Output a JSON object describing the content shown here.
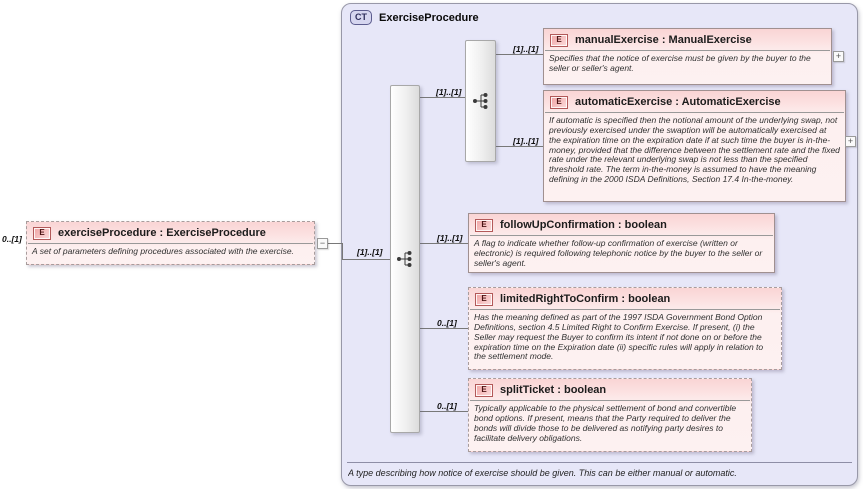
{
  "colors": {
    "panel_bg": "#e7e7f8",
    "box_pink_header": "#fad4d4",
    "box_pink_body": "#fdf1f1",
    "badge_border": "#b35959",
    "line": "#787878"
  },
  "root": {
    "cardinality": "0..[1]",
    "badge": "E",
    "title": "exerciseProcedure : ExerciseProcedure",
    "description": "A set of parameters defining procedures associated with the exercise.",
    "toggle": "−",
    "link_cardinality": "[1]..[1]"
  },
  "panel": {
    "badge": "CT",
    "title": "ExerciseProcedure",
    "footer": "A type describing how notice of exercise should be given. This can be either manual or automatic."
  },
  "choice_link": {
    "cardinality": "[1]..[1]"
  },
  "elements": [
    {
      "badge": "E",
      "title": "manualExercise : ManualExercise",
      "cardinality": "[1]..[1]",
      "toggle": "+",
      "description": "Specifies that the notice of exercise must be given by the buyer to the seller or seller's agent."
    },
    {
      "badge": "E",
      "title": "automaticExercise : AutomaticExercise",
      "cardinality": "[1]..[1]",
      "toggle": "+",
      "description": "If automatic is specified then the notional amount of the underlying swap, not previously exercised under the swaption will be automatically exercised at the expiration time on the expiration date if at such time the buyer is in-the-money, provided that the difference between the settlement rate and the fixed rate under the relevant underlying swap is not less than the specified threshold rate. The term in-the-money is assumed to have the meaning defining in the 2000 ISDA Definitions, Section 17.4 In-the-money."
    },
    {
      "badge": "E",
      "title": "followUpConfirmation : boolean",
      "cardinality": "[1]..[1]",
      "description": "A flag to indicate whether follow-up confirmation of exercise (written or electronic) is required following telephonic notice by the buyer to the seller or seller's agent."
    },
    {
      "badge": "E",
      "title": "limitedRightToConfirm : boolean",
      "cardinality": "0..[1]",
      "description": "Has the meaning defined as part of the 1997 ISDA Government Bond Option Definitions, section 4.5 Limited Right to Confirm Exercise. If present, (i) the Seller may request the Buyer to confirm its intent if not done on or before the expiration time on the Expiration date (ii) specific rules will apply in relation to the settlement mode."
    },
    {
      "badge": "E",
      "title": "splitTicket : boolean",
      "cardinality": "0..[1]",
      "description": "Typically applicable to the physical settlement of bond and convertible bond options. If present, means that the Party required to deliver the bonds will divide those to be delivered as notifying party desires to facilitate delivery obligations."
    }
  ]
}
